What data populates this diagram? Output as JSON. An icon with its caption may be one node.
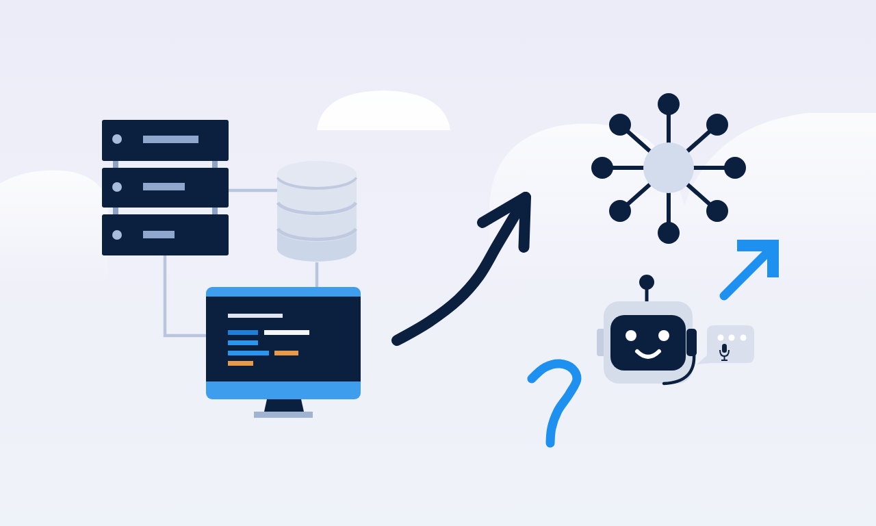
{
  "diagram": {
    "nodes": [
      {
        "text": [],
        "shape": "server"
      },
      {
        "text": [],
        "shape": "cylinder"
      },
      {
        "text": [],
        "shape": "monitor"
      },
      {
        "text": [],
        "shape": "network"
      },
      {
        "text": [],
        "shape": "robot"
      }
    ],
    "edges": [
      {
        "from": 0,
        "to": 1,
        "arrow": "none"
      },
      {
        "from": 0,
        "to": 2,
        "arrow": "none"
      },
      {
        "from": 1,
        "to": 2,
        "arrow": "none"
      },
      {
        "from": 2,
        "to": 3,
        "arrow": "to",
        "style": "thick",
        "color": "#0b1f3f"
      }
    ]
  }
}
